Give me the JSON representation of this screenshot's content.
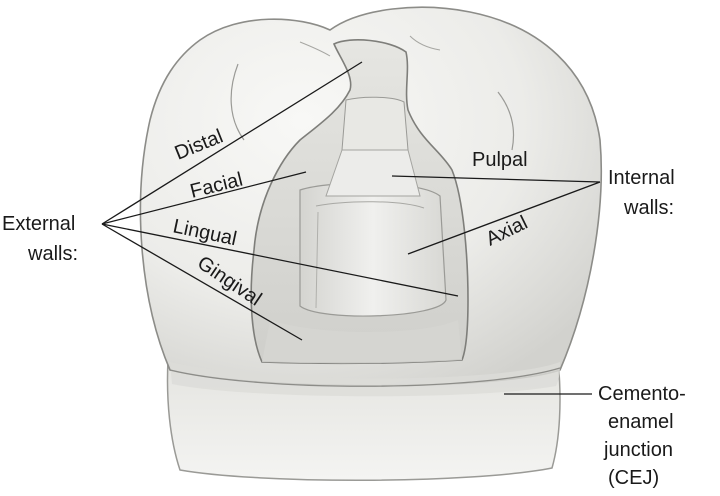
{
  "labels": {
    "external_line1": "External",
    "external_line2": "walls:",
    "distal": "Distal",
    "facial": "Facial",
    "lingual": "Lingual",
    "gingival": "Gingival",
    "pulpal": "Pulpal",
    "axial": "Axial",
    "internal_line1": "Internal",
    "internal_line2": "walls:",
    "cej_line1": "Cemento-",
    "cej_line2": "enamel",
    "cej_line3": "junction",
    "cej_line4": "(CEJ)"
  },
  "colors": {
    "tooth_light": "#f2f2f0",
    "tooth_mid": "#dcdcd8",
    "tooth_shadow": "#b8b8b4",
    "outline": "#8c8c88",
    "leader": "#1a1a1a"
  }
}
